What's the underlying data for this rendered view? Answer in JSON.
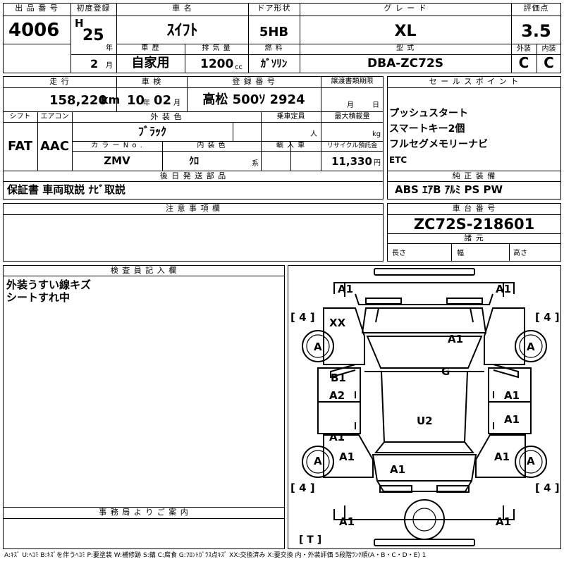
{
  "header": {
    "lot_no_label": "出 品 番 号",
    "lot_no": "4006",
    "first_reg_label": "初度登録",
    "era": "H",
    "year_num": "25",
    "year_unit": "年",
    "month_num": "2",
    "month_unit": "月",
    "car_name_label": "車 名",
    "car_name": "ｽｲﾌﾄ",
    "door_label": "ドア形状",
    "door": "5HB",
    "grade_label": "グ レ ー ド",
    "grade": "XL",
    "score_label": "評価点",
    "score": "3.5",
    "history_label": "車 歴",
    "history": "自家用",
    "displacement_label": "排 気 量",
    "displacement": "1200",
    "displacement_unit": "cc",
    "fuel_label": "燃 料",
    "fuel": "ｶﾞｿﾘﾝ",
    "model_label": "型 式",
    "model": "DBA-ZC72S",
    "exterior_label": "外装",
    "exterior": "C",
    "interior_label": "内装",
    "interior": "C"
  },
  "row2": {
    "mileage_label": "走 行",
    "mileage": "158,220",
    "mileage_unit": "km",
    "inspection_label": "車 検",
    "insp_year": "10",
    "insp_year_unit": "年",
    "insp_month": "02",
    "insp_month_unit": "月",
    "reg_label": "登 録 番 号",
    "reg": "高松 500ｿ 2924",
    "transfer_label": "譲渡書類期限",
    "transfer_month_unit": "月",
    "transfer_day_unit": "日",
    "sales_label": "セ ー ル ス ポ イ ン ト",
    "sales_points": [
      "プッシュスタート",
      "スマートキー2個",
      "フルセグメモリーナビ",
      "ETC"
    ],
    "shift_label": "シフト",
    "shift": "FAT",
    "ac_label": "エアコン",
    "ac": "AAC",
    "color_label": "外 装 色",
    "color": "ﾌﾞﾗｯｸ",
    "capacity_label": "乗車定員",
    "capacity_unit": "人",
    "load_label": "最大積載量",
    "load_unit": "kg",
    "color_no_label": "カ ラ ー N o .",
    "color_no": "ZMV",
    "int_color_label": "内 装 色",
    "int_color": "ｸﾛ",
    "int_color_suffix": "系",
    "import_label": "輸 入 車",
    "recycle_label": "リサイクル預託金",
    "recycle": "11,330",
    "recycle_unit": "円",
    "later_parts_label": "後 日 発 送 部 品",
    "later_parts": "保証書 車両取説 ﾅﾋﾞ取説",
    "genuine_label": "純 正 装 備",
    "genuine": "ABS ｴｱB ｱﾙﾐ PS PW"
  },
  "notes": {
    "caution_label": "注 意 事 項 欄",
    "chassis_label": "車 台 番 号",
    "chassis": "ZC72S-218601",
    "spec_label": "諸 元",
    "length_label": "長さ",
    "width_label": "幅",
    "height_label": "高さ",
    "inspector_label": "検 査 員 記 入 欄",
    "inspector_lines": [
      "外装うすい線キズ",
      "シートすれ中"
    ],
    "office_label": "事 務 局 よ り ご 案 内"
  },
  "diagram": {
    "tire_fl": "[ 4 ]",
    "tire_fr": "[ 4 ]",
    "tire_rl": "[ 4 ]",
    "tire_rr": "[ 4 ]",
    "spare": "[ T ]",
    "marks": {
      "front_bumper_left": "A1",
      "front_bumper_right": "A1",
      "front_left_fender_xx": "XX",
      "front_left_wheel": "A",
      "front_right_wheel": "A",
      "hood": "A1",
      "windshield": "G",
      "left_front_door_b": "B1",
      "left_front_door_a": "A2",
      "left_rear_door": "A1",
      "right_front_door": "A1",
      "right_rear_door": "A1",
      "roof": "U2",
      "left_rear_fender": "A1",
      "right_rear_fender": "A1",
      "rear_left_wheel": "A",
      "rear_right_wheel": "A",
      "trunk": "A1",
      "rear_bumper_left": "A1",
      "rear_bumper_right": "A1"
    }
  },
  "legend": "A:ｷｽﾞ U:ﾍｺﾐ B:ｷｽﾞを伴うﾍｺﾐ P:要塗装 W:補修跡 S:錆 C:腐食 G:ﾌﾛﾝﾄｶﾞﾗｽ点ｷｽﾞ XX:交換済み X:要交換 内・外装評価 5段階ﾗﾝｸ順(A・B・C・D・E) 1"
}
